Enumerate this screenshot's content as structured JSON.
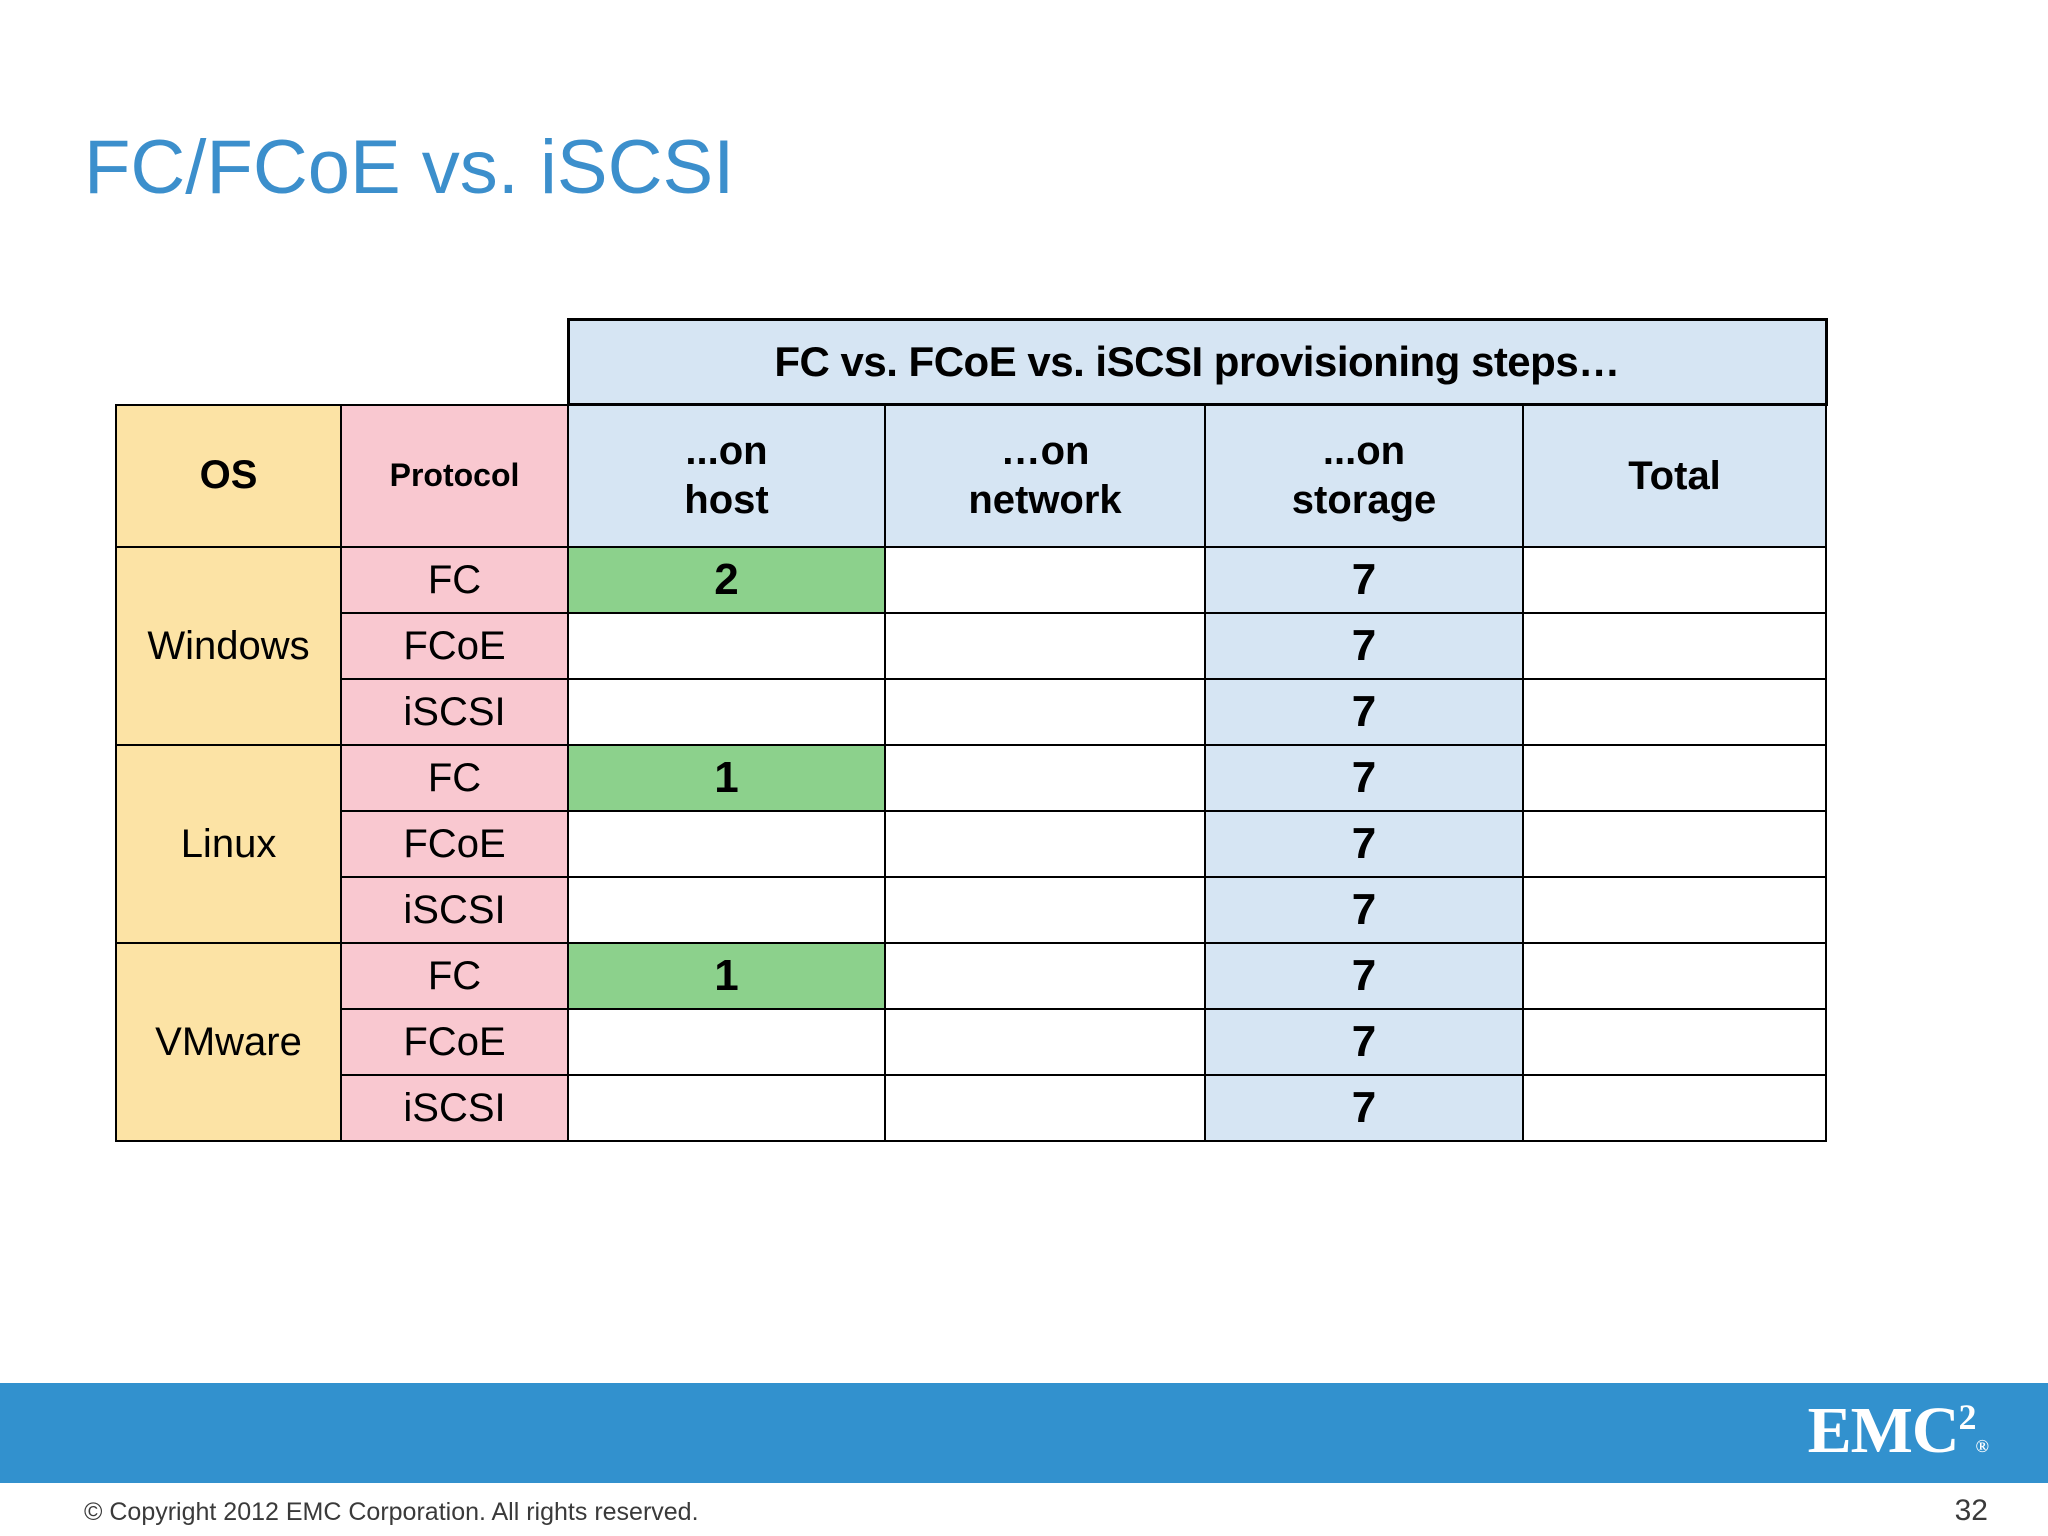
{
  "slide": {
    "title": "FC/FCoE vs. iSCSI",
    "page_number": "32",
    "copyright": "© Copyright 2012 EMC Corporation. All rights reserved.",
    "logo": {
      "text": "EMC",
      "superscript": "2",
      "registered": "®"
    }
  },
  "colors": {
    "title_blue": "#3C8FCC",
    "footer_blue": "#3291CE",
    "os_yellow": "#FCE3A5",
    "protocol_pink": "#F9C8D0",
    "header_blue": "#D6E5F3",
    "highlight_green": "#8CD18C",
    "value_blue": "#D6E5F3"
  },
  "chart_data": {
    "type": "table",
    "title": "FC vs. FCoE vs. iSCSI provisioning steps…",
    "banner": "FC vs. FCoE vs. iSCSI provisioning steps…",
    "columns": [
      "OS",
      "Protocol",
      "...on host",
      "…on network",
      "...on storage",
      "Total"
    ],
    "column_headers": {
      "os": "OS",
      "protocol": "Protocol",
      "host_line1": "...on",
      "host_line2": "host",
      "network_line1": "…on",
      "network_line2": "network",
      "storage_line1": "...on",
      "storage_line2": "storage",
      "total": "Total"
    },
    "groups": [
      {
        "os": "Windows",
        "rows": [
          {
            "protocol": "FC",
            "host": "2",
            "network": "",
            "storage": "7",
            "total": ""
          },
          {
            "protocol": "FCoE",
            "host": "",
            "network": "",
            "storage": "7",
            "total": ""
          },
          {
            "protocol": "iSCSI",
            "host": "",
            "network": "",
            "storage": "7",
            "total": ""
          }
        ]
      },
      {
        "os": "Linux",
        "rows": [
          {
            "protocol": "FC",
            "host": "1",
            "network": "",
            "storage": "7",
            "total": ""
          },
          {
            "protocol": "FCoE",
            "host": "",
            "network": "",
            "storage": "7",
            "total": ""
          },
          {
            "protocol": "iSCSI",
            "host": "",
            "network": "",
            "storage": "7",
            "total": ""
          }
        ]
      },
      {
        "os": "VMware",
        "rows": [
          {
            "protocol": "FC",
            "host": "1",
            "network": "",
            "storage": "7",
            "total": ""
          },
          {
            "protocol": "FCoE",
            "host": "",
            "network": "",
            "storage": "7",
            "total": ""
          },
          {
            "protocol": "iSCSI",
            "host": "",
            "network": "",
            "storage": "7",
            "total": ""
          }
        ]
      }
    ]
  }
}
